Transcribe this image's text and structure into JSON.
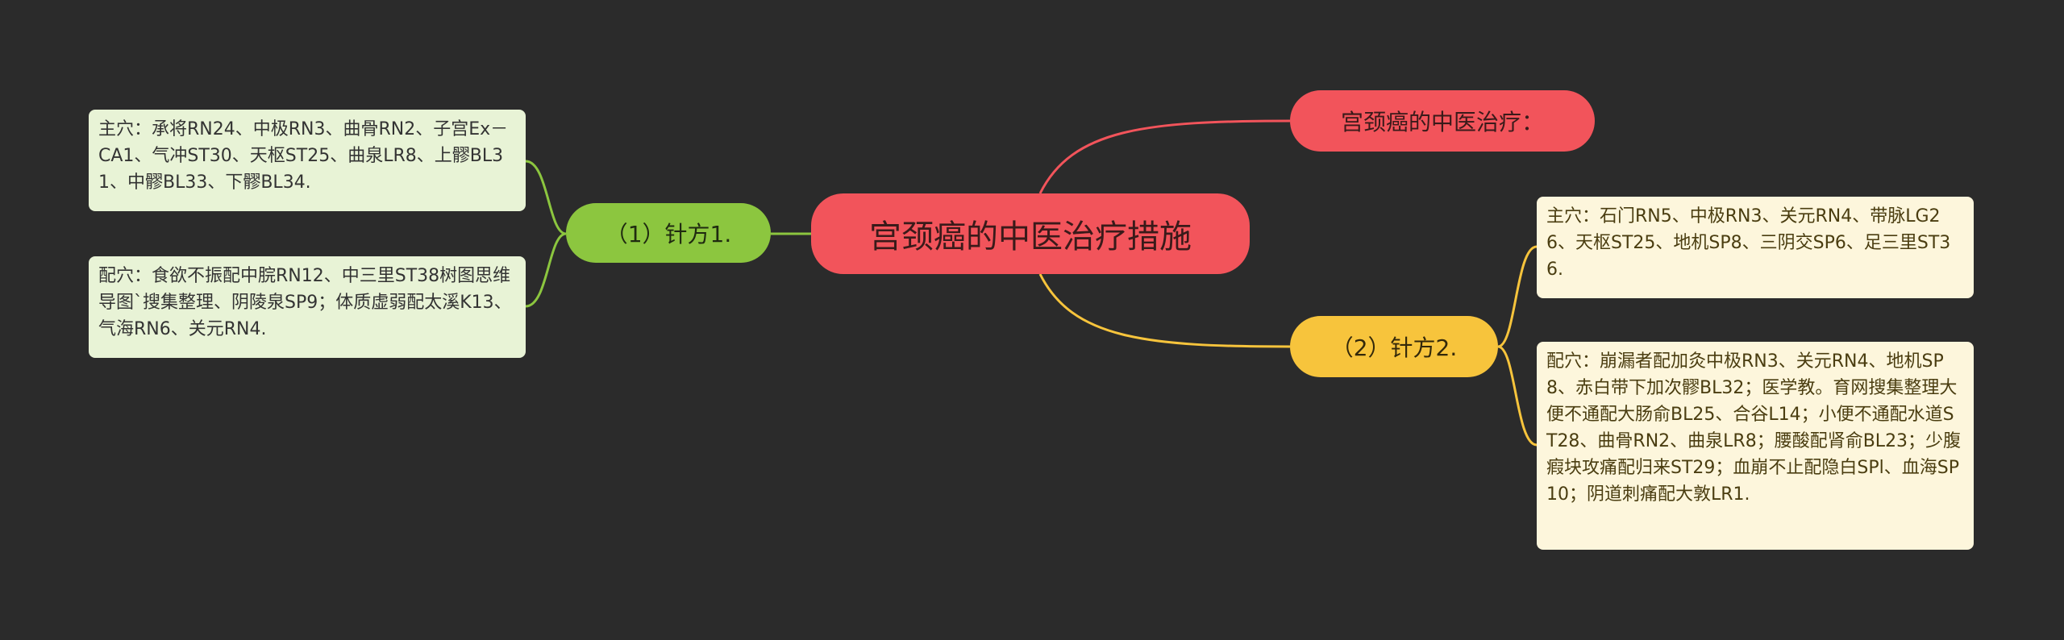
{
  "mindmap": {
    "root": "宫颈癌的中医治疗措施",
    "top_right": "宫颈癌的中医治疗：",
    "left_branch": {
      "label": "（1）针方1.",
      "leaves": [
        "主穴：承将RN24、中极RN3、曲骨RN2、子宫Ex－CA1、气冲ST30、天枢ST25、曲泉LR8、上髎BL31、中髎BL33、下髎BL34.",
        "配穴：食欲不振配中脘RN12、中三里ST38树图思维导图`搜集整理、阴陵泉SP9；体质虚弱配太溪K13、气海RN6、关元RN4."
      ]
    },
    "right_branch": {
      "label": "（2）针方2.",
      "leaves": [
        "主穴：石门RN5、中极RN3、关元RN4、带脉LG26、天枢ST25、地机SP8、三阴交SP6、足三里ST36.",
        "配穴：崩漏者配加灸中极RN3、关元RN4、地机SP8、赤白带下加次髎BL32；医学教。育网搜集整理大便不通配大肠俞BL25、合谷L14；小便不通配水道ST28、曲骨RN2、曲泉LR8；腰酸配肾俞BL23；少腹瘕块攻痛配归来ST29；血崩不止配隐白SPl、血海SP10；阴道刺痛配大敦LR1."
      ]
    },
    "colors": {
      "background": "#2b2b2b",
      "root": "#f2545b",
      "green": "#8cc63f",
      "yellow": "#f7c43c",
      "red_line": "#f2545b"
    }
  }
}
